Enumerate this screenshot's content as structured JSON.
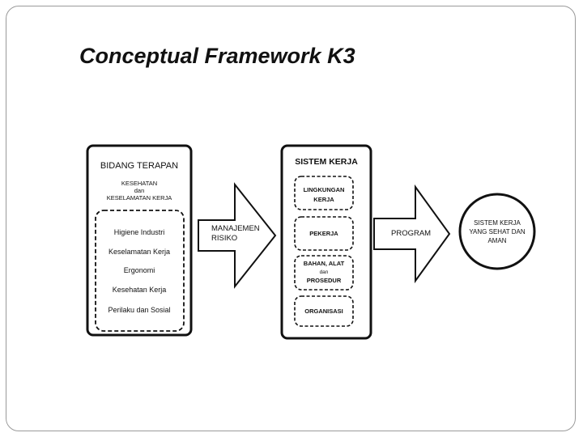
{
  "slide": {
    "title": "Conceptual Framework K3"
  },
  "diagram": {
    "bidang_terapan": {
      "header": "BIDANG TERAPAN",
      "subtitle_lines": [
        "KESEHATAN",
        "dan",
        "KESELAMATAN KERJA"
      ],
      "items": [
        "Higiene Industri",
        "Keselamatan Kerja",
        "Ergonomi",
        "Kesehatan Kerja",
        "Perilaku dan Sosial"
      ]
    },
    "manajemen_risiko": {
      "lines": [
        "MANAJEMEN",
        "RISIKO"
      ]
    },
    "sistem_kerja": {
      "header": "SISTEM KERJA",
      "items": [
        {
          "lines": [
            "LINGKUNGAN",
            "KERJA"
          ]
        },
        {
          "lines": [
            "PEKERJA"
          ]
        },
        {
          "lines": [
            "BAHAN, ALAT",
            "dan",
            "PROSEDUR"
          ]
        },
        {
          "lines": [
            "ORGANISASI"
          ]
        }
      ]
    },
    "program": {
      "label": "PROGRAM"
    },
    "outcome": {
      "lines": [
        "SISTEM KERJA",
        "YANG SEHAT DAN",
        "AMAN"
      ]
    }
  }
}
